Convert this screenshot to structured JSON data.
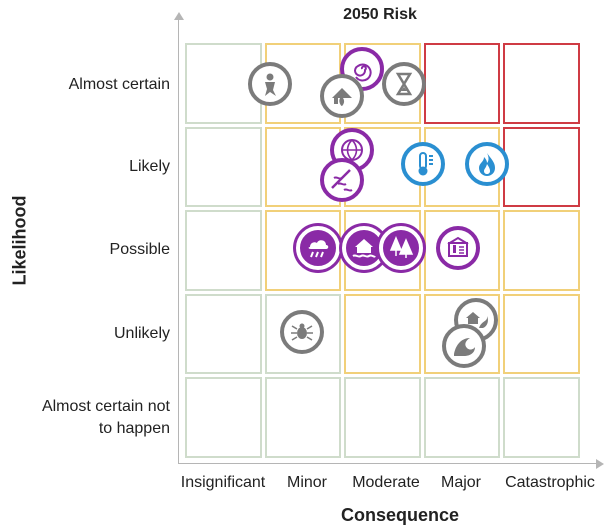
{
  "title": "2050 Risk",
  "axes": {
    "x_title": "Consequence",
    "y_title": "Likelihood"
  },
  "rows": [
    {
      "label": "Almost certain"
    },
    {
      "label": "Likely"
    },
    {
      "label": "Possible"
    },
    {
      "label": "Unlikely"
    },
    {
      "label": "Almost certain not to happen"
    }
  ],
  "columns": [
    {
      "label": "Insignificant"
    },
    {
      "label": "Minor"
    },
    {
      "label": "Moderate"
    },
    {
      "label": "Major"
    },
    {
      "label": "Catastrophic"
    }
  ],
  "colors": {
    "low": "#cfdccb",
    "medium": "#f1d079",
    "high": "#cf3b44",
    "gray_icon": "#7b7b7b",
    "purple_icon": "#8a2aa6",
    "blue_icon": "#2a8fd1"
  },
  "cell_ratings": [
    [
      "low",
      "medium",
      "medium",
      "high",
      "high"
    ],
    [
      "low",
      "medium",
      "medium",
      "medium",
      "high"
    ],
    [
      "low",
      "medium",
      "medium",
      "medium",
      "medium"
    ],
    [
      "low",
      "low",
      "medium",
      "medium",
      "medium"
    ],
    [
      "low",
      "low",
      "low",
      "low",
      "low"
    ]
  ],
  "risk_icons": [
    {
      "name": "figure-icon",
      "style": "gray"
    },
    {
      "name": "spiral-icon",
      "style": "purple"
    },
    {
      "name": "bushfire-icon",
      "style": "gray"
    },
    {
      "name": "hourglass-icon",
      "style": "gray"
    },
    {
      "name": "globe-icon",
      "style": "purple"
    },
    {
      "name": "heat-wave-icon",
      "style": "purple"
    },
    {
      "name": "thermometer-icon",
      "style": "blue"
    },
    {
      "name": "flame-icon",
      "style": "blue"
    },
    {
      "name": "storm-icon",
      "style": "purple-filled"
    },
    {
      "name": "house-flood-icon",
      "style": "purple-filled"
    },
    {
      "name": "forest-icon",
      "style": "purple-filled"
    },
    {
      "name": "building-temp-icon",
      "style": "purple"
    },
    {
      "name": "tick-icon",
      "style": "gray"
    },
    {
      "name": "coastal-house-icon",
      "style": "gray"
    },
    {
      "name": "wave-icon",
      "style": "gray"
    }
  ]
}
